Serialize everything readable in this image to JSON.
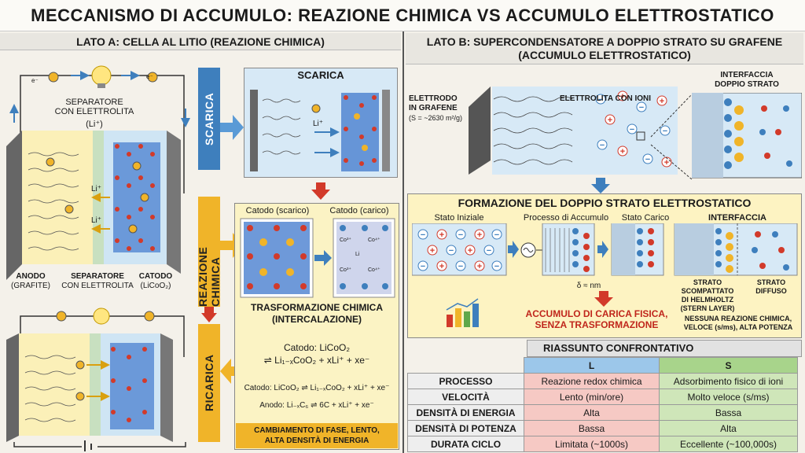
{
  "title": "MECCANISMO DI ACCUMULO: REAZIONE CHIMICA VS ACCUMULO ELETTROSTATICO",
  "side_a": {
    "heading": "LATO A: CELLA AL LITIO (REAZIONE CHIMICA)",
    "electron": "e⁻",
    "separator_top": "SEPARATORE\nCON ELETTROLITA",
    "li_ion": "(Li⁺)",
    "li_plus": "Li⁺",
    "li_circle": "Li",
    "anodo": "ANODO",
    "anodo_sub": "(GRAFITE)",
    "separatore": "SEPARATORE",
    "separatore_sub": "CON ELETTROLITA",
    "catodo": "CATODO",
    "catodo_sub": "(LiCoO₂)",
    "tab_scarica": "SCARICA",
    "tab_reazione": "REAZIONE CHIMICA",
    "tab_ricarica": "RICARICA",
    "scarica_title": "SCARICA",
    "catodo_scarico": "Catodo (scarico)",
    "catodo_carico": "Catodo (carico)",
    "co_labels": [
      "Co³⁺",
      "Co⁴⁺",
      "Li",
      "Co³⁺",
      "Co⁴⁺"
    ],
    "trasf_title": "TRASFORMAZIONE CHIMICA\n(INTERCALAZIONE)",
    "eq1a": "Catodo: LiCoO₂",
    "eq1b": "⇌ Li₁₋ₓCoO₂ + xLi⁺ + xe⁻",
    "eq2": "Catodo: LiCoO₂ ⇌ Li₁₋ₓCoO₂ + xLi⁺ + xe⁻",
    "eq3": "Anodo: Li₋ₓC₆ ⇌ 6C + xLi⁺ + xe⁻",
    "footer": "CAMBIAMENTO DI FASE, LENTO,\nALTA DENSITÀ DI ENERGIA"
  },
  "side_b": {
    "heading": "LATO B: SUPERCONDENSATORE A DOPPIO STRATO SU GRAFENE\n(ACCUMULO ELETTROSTATICO)",
    "elettrodo": "ELETTRODO\nIN GRAFENE",
    "elettrodo_sub": "(S = ~2630 m²/g)",
    "elettrolita": "ELETTROLITA CON IONI",
    "interfaccia_top": "INTERFACCIA\nDOPPIO STRATO",
    "formazione": "FORMAZIONE DEL DOPPIO STRATO ELETTROSTATICO",
    "stato_iniziale": "Stato Iniziale",
    "processo": "Processo di Accumulo",
    "stato_carico": "Stato Carico",
    "interfaccia": "INTERFACCIA",
    "delta": "δ ≈ nm",
    "strato_comp": "STRATO\nSCOMPATTATO\nDI HELMHOLTZ\n(STERN LAYER)",
    "strato_diff": "STRATO\nDIFFUSO",
    "accumulo": "ACCUMULO DI CARICA FISICA,\nSENZA TRASFORMAZIONE",
    "nessuna": "NESSUNA REAZIONE CHIMICA,\nVELOCE (s/ms), ALTA POTENZA"
  },
  "table": {
    "title": "RIASSUNTO CONFRONTATIVO",
    "col_l": "L",
    "col_s": "S",
    "rows": [
      {
        "label": "PROCESSO",
        "l": "Reazione redox chimica",
        "s": "Adsorbimento fisico di ioni"
      },
      {
        "label": "VELOCITÀ",
        "l": "Lento (min/ore)",
        "s": "Molto veloce (s/ms)"
      },
      {
        "label": "DENSITÀ DI ENERGIA",
        "l": "Alta",
        "s": "Bassa"
      },
      {
        "label": "DENSITÀ DI POTENZA",
        "l": "Bassa",
        "s": "Alta"
      },
      {
        "label": "DURATA CICLO",
        "l": "Limitata (~1000s)",
        "s": "Eccellente (~100,000s)"
      }
    ]
  },
  "colors": {
    "blue": "#3e7fbd",
    "yellow": "#f0b429",
    "red": "#d23a2a",
    "electrolyte_yellow": "#fbf0b8",
    "electrolyte_blue": "#cfe5f4",
    "l_col": "#f6c9c4",
    "s_col": "#cfe6b9"
  }
}
